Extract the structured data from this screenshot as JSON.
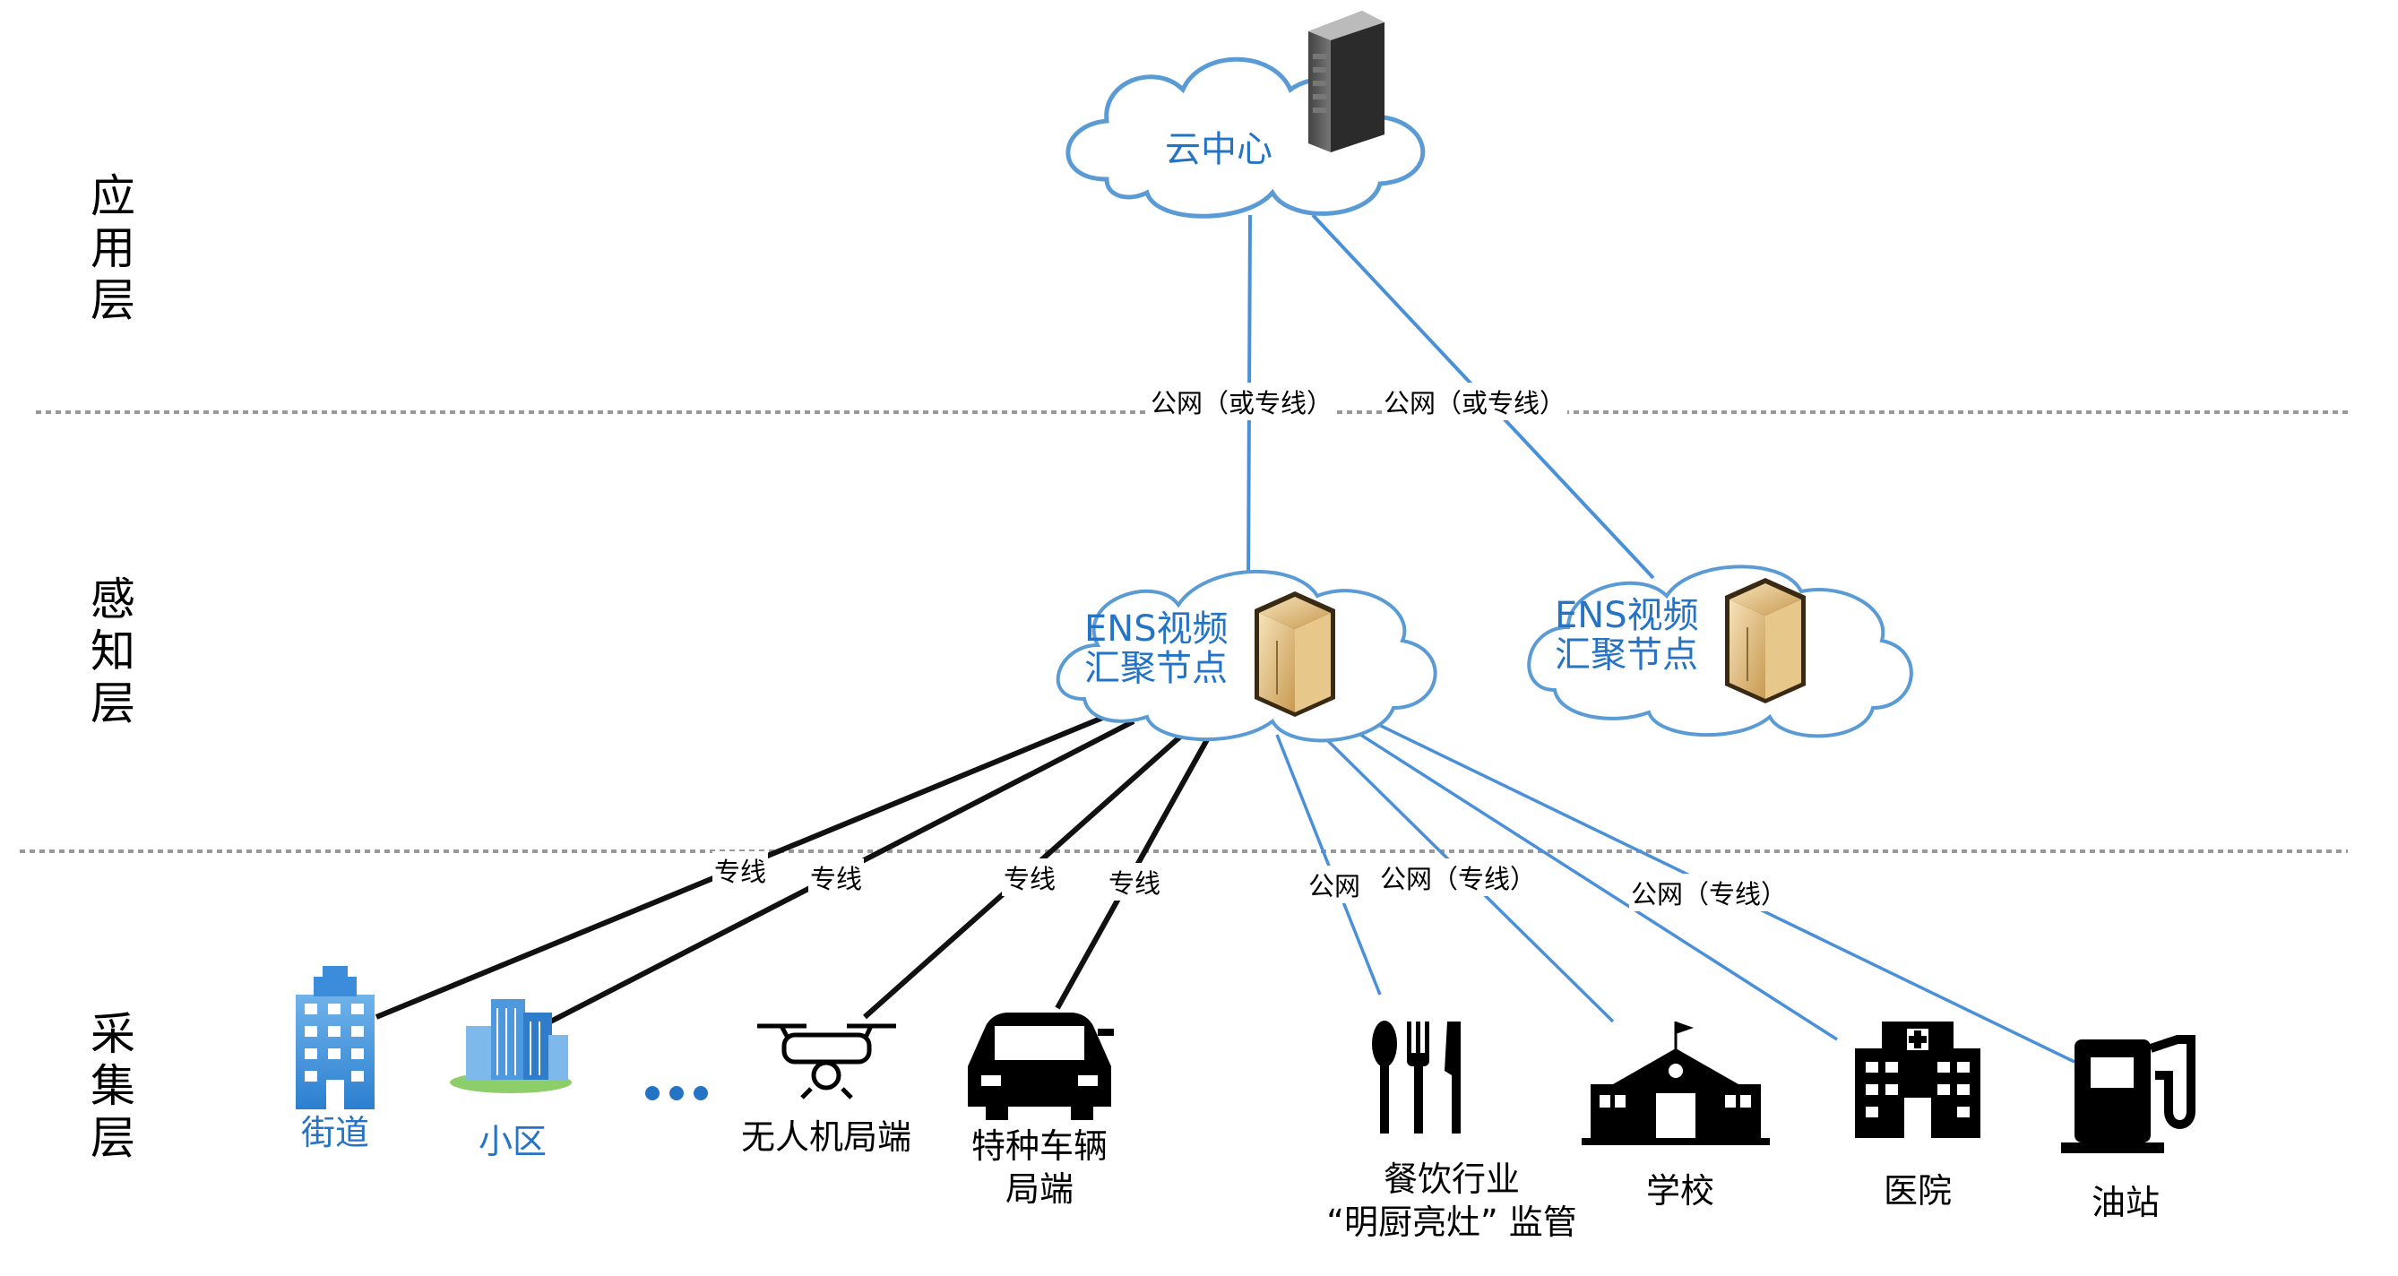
{
  "layers": {
    "application": "应\n用\n层",
    "perception": "感\n知\n层",
    "collection": "采\n集\n层"
  },
  "cloud_center": {
    "label": "云中心",
    "icon": "server-tower-icon"
  },
  "ens_nodes": [
    {
      "label": "ENS视频\n汇聚节点",
      "icon": "server-cabinet-icon"
    },
    {
      "label": "ENS视频\n汇聚节点",
      "icon": "server-cabinet-icon"
    }
  ],
  "uplinks": [
    {
      "label": "公网（或专线）"
    },
    {
      "label": "公网（或专线）"
    }
  ],
  "downlinks": [
    {
      "label": "专线",
      "type": "dedicated"
    },
    {
      "label": "专线",
      "type": "dedicated"
    },
    {
      "label": "专线",
      "type": "dedicated"
    },
    {
      "label": "专线",
      "type": "dedicated"
    },
    {
      "label": "公网",
      "type": "public"
    },
    {
      "label": "公网（专线）",
      "type": "public"
    },
    {
      "label": "公网（专线）",
      "type": "public"
    }
  ],
  "endpoints": [
    {
      "label": "街道",
      "icon": "office-building-icon",
      "color": "blue"
    },
    {
      "label": "小区",
      "icon": "residential-buildings-icon",
      "color": "blue"
    },
    {
      "label": "•••",
      "icon": "ellipsis-icon",
      "color": "blue"
    },
    {
      "label": "无人机局端",
      "icon": "drone-icon",
      "color": "black"
    },
    {
      "label": "特种车辆\n局端",
      "icon": "vehicle-icon",
      "color": "black"
    },
    {
      "label": "餐饮行业\n“明厨亮灶” 监管",
      "icon": "cutlery-icon",
      "color": "black"
    },
    {
      "label": "学校",
      "icon": "school-icon",
      "color": "black"
    },
    {
      "label": "医院",
      "icon": "hospital-icon",
      "color": "black"
    },
    {
      "label": "油站",
      "icon": "fuel-pump-icon",
      "color": "black"
    }
  ],
  "colors": {
    "public_link": "#4a90d9",
    "dedicated_link": "#111111",
    "cloud_outline": "#5b9bd5",
    "label_blue": "#2473c4",
    "divider": "#999999"
  }
}
